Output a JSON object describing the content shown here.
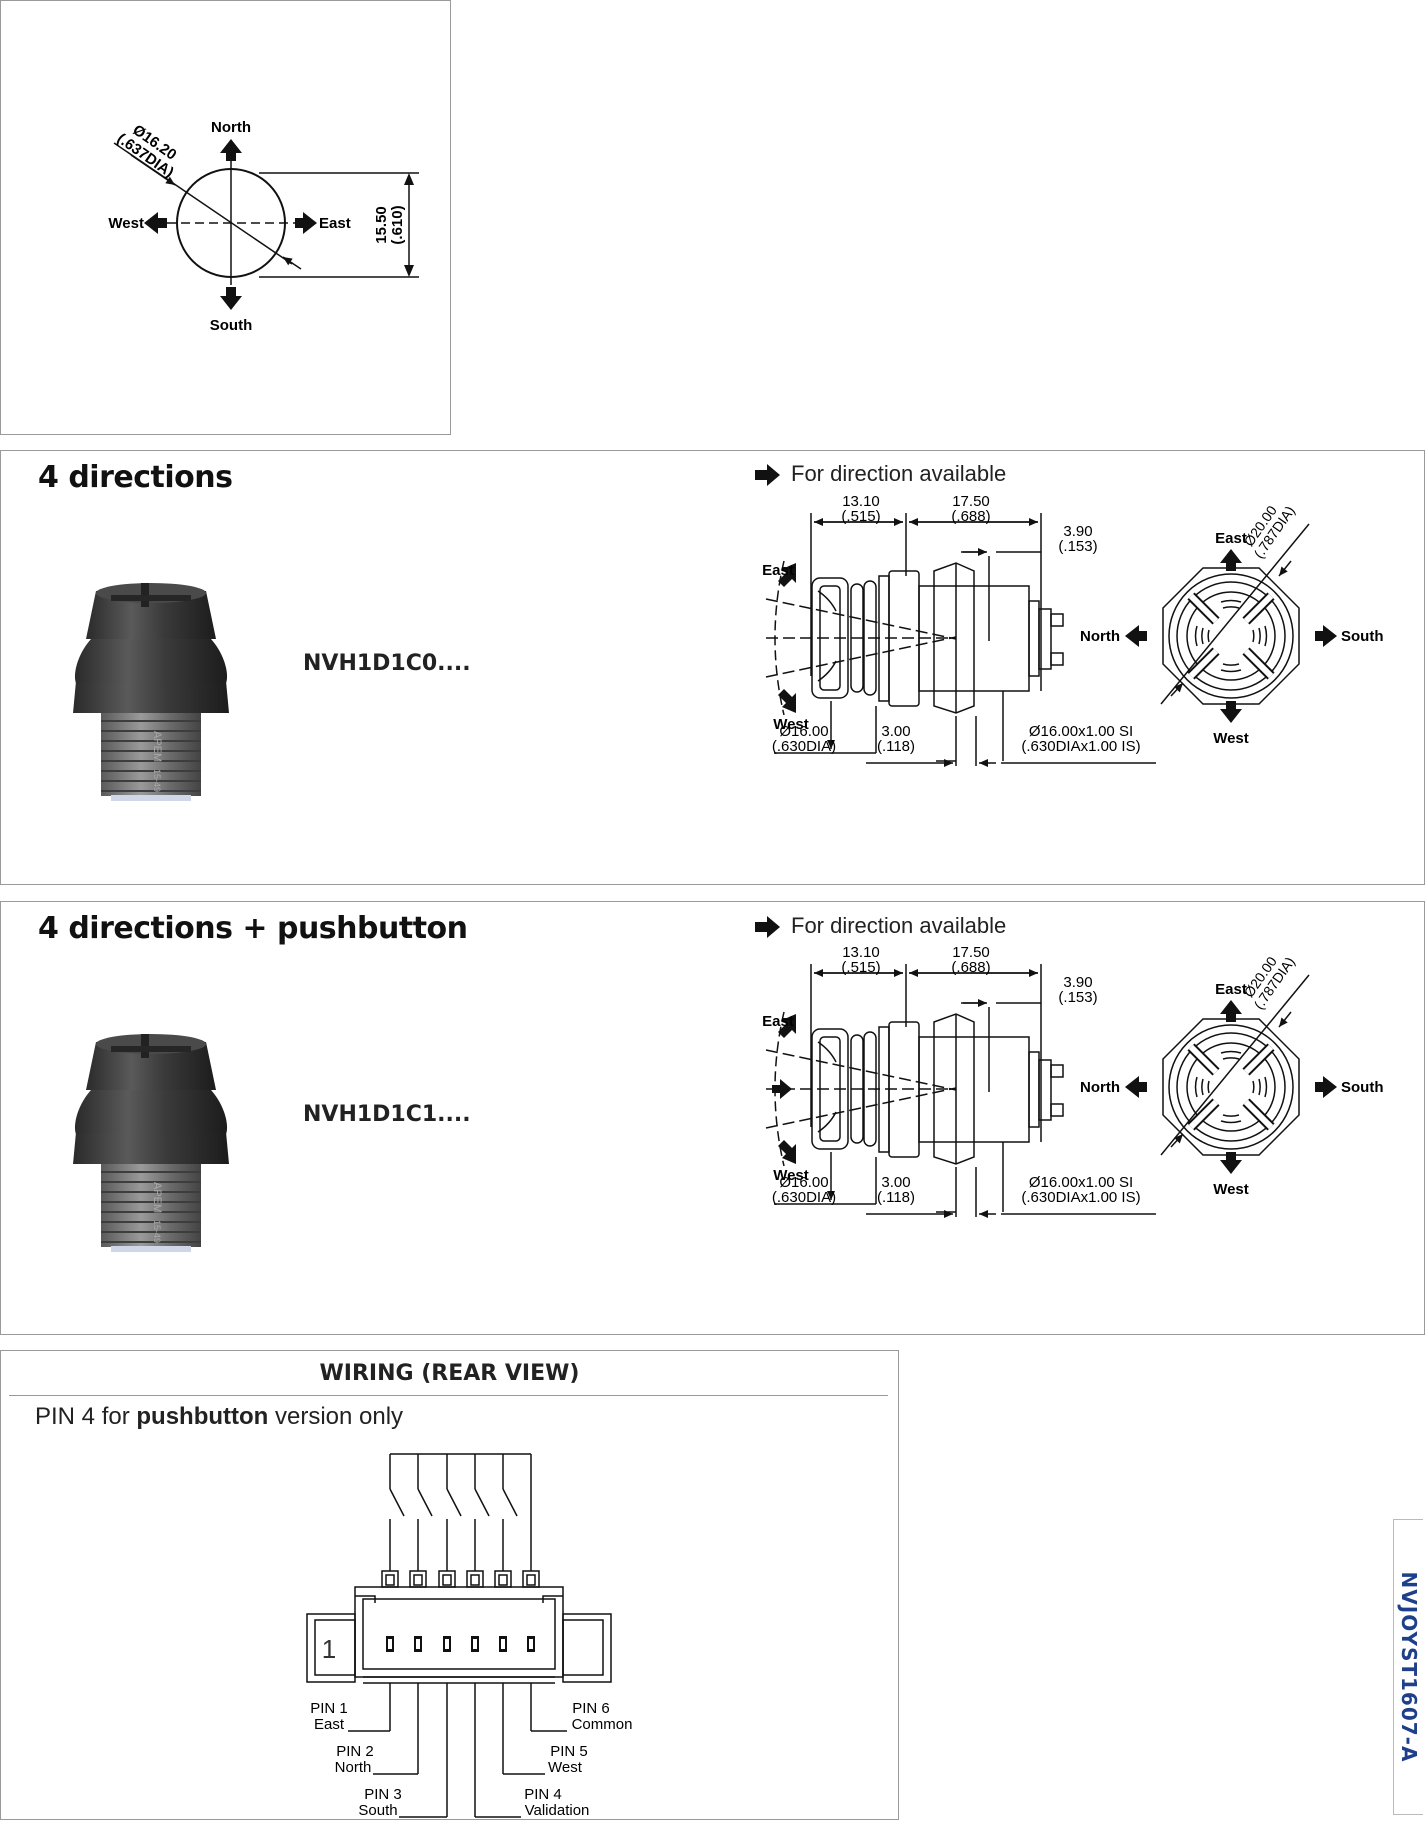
{
  "top_diagram": {
    "dia_value": "Ø16.20",
    "dia_inch": "(.637DIA)",
    "height_value": "15.50",
    "height_inch": "(.610)",
    "north": "North",
    "south": "South",
    "east": "East",
    "west": "West"
  },
  "sections": [
    {
      "title": "4 directions",
      "model": "NVH1D1C0....",
      "availability": "For direction available",
      "dims": {
        "d1": "13.10",
        "d1i": "(.515)",
        "d2": "17.50",
        "d2i": "(.688)",
        "d3": "3.90",
        "d3i": "(.153)",
        "d4": "Ø16.00",
        "d4i": "(.630DIA)",
        "d5": "3.00",
        "d5i": "(.118)",
        "d6": "Ø16.00x1.00  SI",
        "d6i": "(.630DIAx1.00  IS)",
        "d7": "Ø20.00",
        "d7i": "(.787DIA)"
      },
      "side_labels": {
        "top": "East",
        "bottom": "West"
      },
      "front_labels": {
        "top": "East",
        "left": "North",
        "right": "South",
        "bottom": "West"
      }
    },
    {
      "title": "4 directions + pushbutton",
      "model": "NVH1D1C1....",
      "availability": "For direction available",
      "dims": {
        "d1": "13.10",
        "d1i": "(.515)",
        "d2": "17.50",
        "d2i": "(.688)",
        "d3": "3.90",
        "d3i": "(.153)",
        "d4": "Ø16.00",
        "d4i": "(.630DIA)",
        "d5": "3.00",
        "d5i": "(.118)",
        "d6": "Ø16.00x1.00  SI",
        "d6i": "(.630DIAx1.00  IS)",
        "d7": "Ø20.00",
        "d7i": "(.787DIA)"
      },
      "side_labels": {
        "top": "East",
        "bottom": "West"
      },
      "front_labels": {
        "top": "East",
        "left": "North",
        "right": "South",
        "bottom": "West"
      }
    }
  ],
  "wiring": {
    "title": "WIRING (REAR VIEW)",
    "note_prefix": "PIN 4 for ",
    "note_bold": "pushbutton",
    "note_suffix": " version only",
    "pin_one_mark": "1",
    "pins": [
      {
        "pin": "PIN  1",
        "name": "East"
      },
      {
        "pin": "PIN  2",
        "name": "North"
      },
      {
        "pin": "PIN  3",
        "name": "South"
      },
      {
        "pin": "PIN  4",
        "name": "Validation"
      },
      {
        "pin": "PIN  5",
        "name": "West"
      },
      {
        "pin": "PIN  6",
        "name": "Common"
      }
    ]
  },
  "product_photo_brand": "APEM",
  "product_photo_code": "15-49",
  "side_code": "NVJOYST1607-A"
}
